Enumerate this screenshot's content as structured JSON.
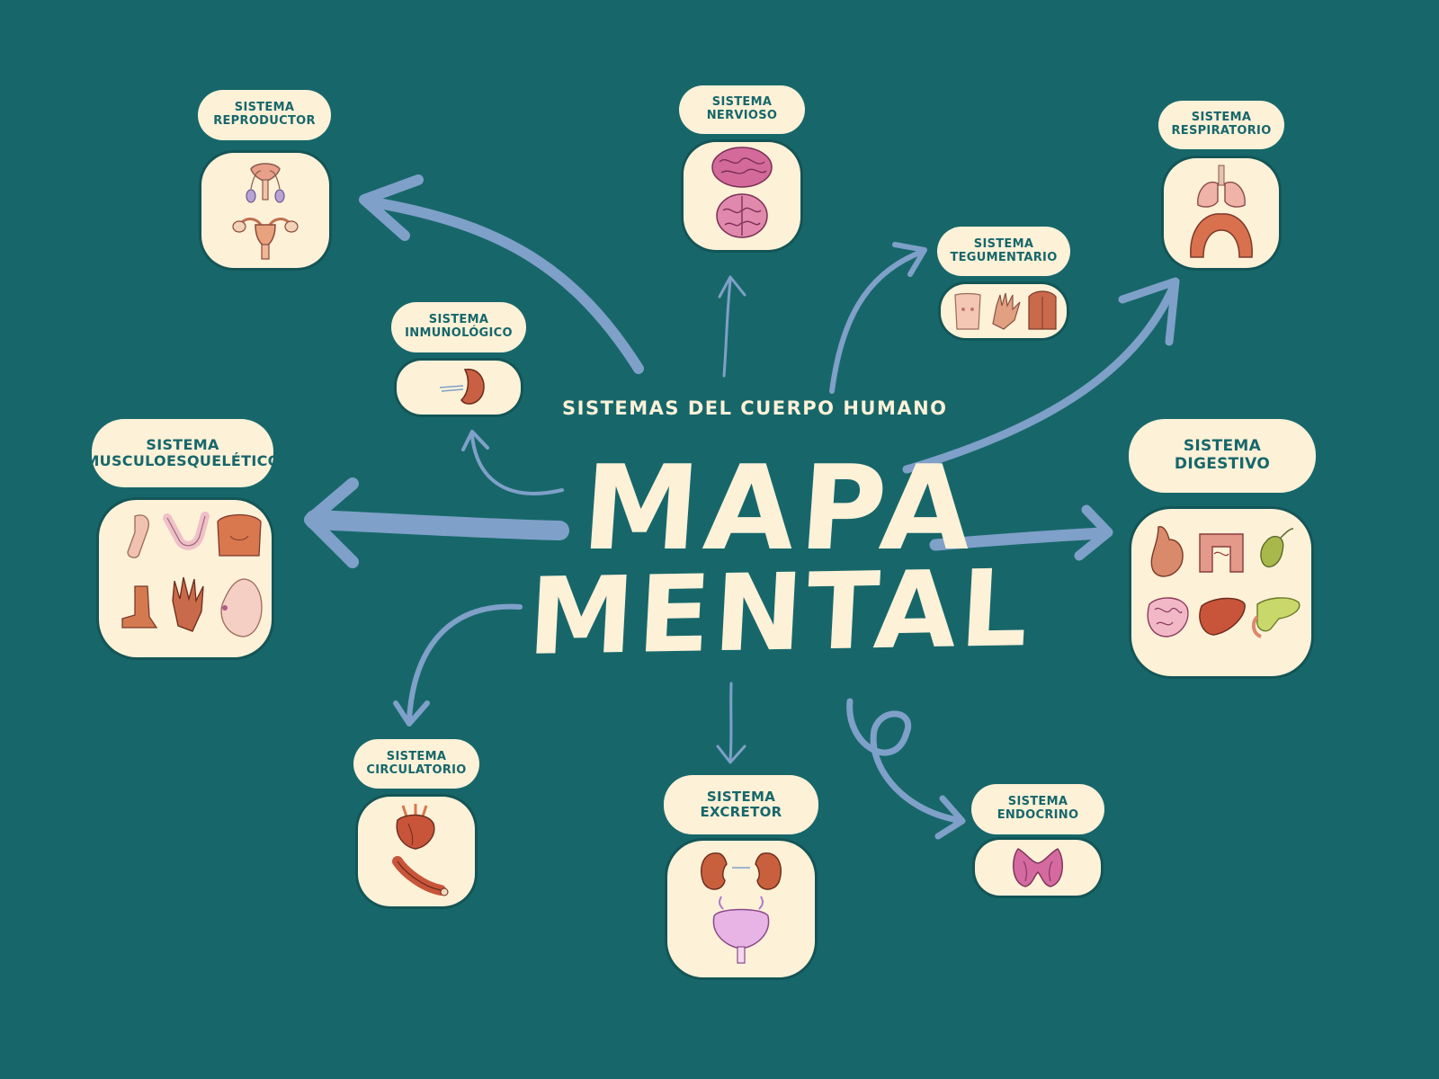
{
  "subtitle": "Sistemas del cuerpo humano",
  "title": {
    "line1": "Mapa",
    "line2": "Mental"
  },
  "colors": {
    "background": "#17676a",
    "card": "#fdf1d8",
    "text": "#17676a",
    "arrow": "#7fa0c8"
  },
  "systems": {
    "reproductor": {
      "label": "Sistema reproductor",
      "icons": [
        "male-reproductive-icon",
        "female-reproductive-icon"
      ]
    },
    "nervioso": {
      "label": "Sistema nervioso",
      "icons": [
        "brain-icon",
        "brain-icon"
      ]
    },
    "respiratorio": {
      "label": "Sistema respiratorio",
      "icons": [
        "lungs-icon",
        "diaphragm-icon"
      ]
    },
    "tegumentario": {
      "label": "Sistema tegumentario",
      "icons": [
        "torso-skin-icon",
        "hand-skin-icon",
        "back-skin-icon"
      ]
    },
    "inmunologico": {
      "label": "Sistema inmunológico",
      "icons": [
        "spleen-icon"
      ]
    },
    "musculoesqueletico": {
      "label": "Sistema musculoesquelético",
      "icons": [
        "leg-icon",
        "arm-icon",
        "torso-icon",
        "foot-icon",
        "hand-icon",
        "breast-icon"
      ]
    },
    "digestivo": {
      "label": "Sistema digestivo",
      "icons": [
        "stomach-icon",
        "colon-icon",
        "gallbladder-icon",
        "intestine-icon",
        "liver-icon",
        "pancreas-icon"
      ]
    },
    "circulatorio": {
      "label": "Sistema circulatorio",
      "icons": [
        "heart-icon",
        "artery-icon"
      ]
    },
    "excretor": {
      "label": "Sistema excretor",
      "icons": [
        "kidneys-icon",
        "bladder-icon"
      ]
    },
    "endocrino": {
      "label": "Sistema endocrino",
      "icons": [
        "thyroid-icon"
      ]
    }
  }
}
